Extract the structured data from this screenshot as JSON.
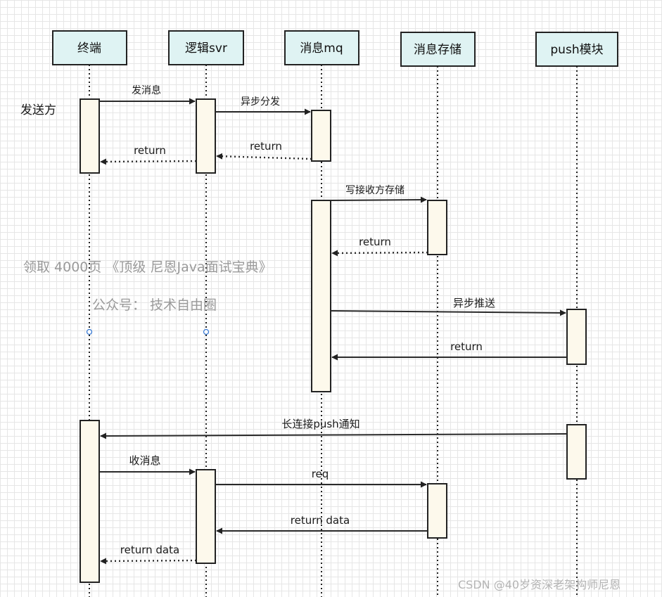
{
  "participants": [
    {
      "id": "client",
      "label": "终端"
    },
    {
      "id": "logic",
      "label": "逻辑svr"
    },
    {
      "id": "mq",
      "label": "消息mq"
    },
    {
      "id": "store",
      "label": "消息存储"
    },
    {
      "id": "push",
      "label": "push模块"
    }
  ],
  "side_label": "发送方",
  "messages": [
    {
      "id": "m1",
      "label": "发消息"
    },
    {
      "id": "m2",
      "label": "异步分发"
    },
    {
      "id": "m3",
      "label": "return"
    },
    {
      "id": "m4",
      "label": "return"
    },
    {
      "id": "m5",
      "label": "写接收方存储"
    },
    {
      "id": "m6",
      "label": "return"
    },
    {
      "id": "m7",
      "label": "异步推送"
    },
    {
      "id": "m8",
      "label": "return"
    },
    {
      "id": "m9",
      "label": "长连接push通知"
    },
    {
      "id": "m10",
      "label": "收消息"
    },
    {
      "id": "m11",
      "label": "req"
    },
    {
      "id": "m12",
      "label": "return data"
    },
    {
      "id": "m13",
      "label": "return data"
    }
  ],
  "watermark": {
    "line1": "领取 4000页 《顶级 尼恩Java面试宝典》",
    "line2": "公众号：  技术自由圈"
  },
  "credit": "CSDN @40岁资深老架构师尼恩"
}
